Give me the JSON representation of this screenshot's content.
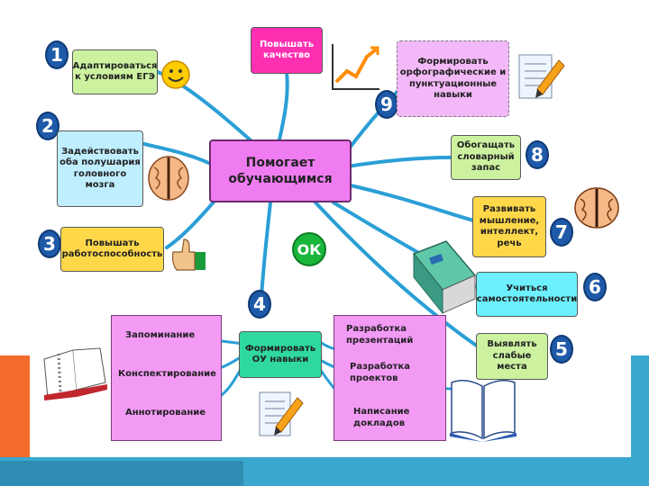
{
  "center": {
    "label": "Помогает обучающимся"
  },
  "ok_badge": "ОК",
  "nodes": {
    "n1": {
      "num": "1",
      "label": "Адаптироваться к условиям ЕГЭ"
    },
    "n2": {
      "num": "2",
      "label": "Задействовать оба полушария головного мозга"
    },
    "n3": {
      "num": "3",
      "label": "Повышать работоспособность"
    },
    "n4": {
      "num": "4",
      "label": "Формировать ОУ навыки"
    },
    "n5": {
      "num": "5",
      "label": "Выявлять слабые места"
    },
    "n6": {
      "num": "6",
      "label": "Учиться самостоятельности"
    },
    "n7": {
      "num": "7",
      "label": "Развивать мышление, интеллект, речь"
    },
    "n8": {
      "num": "8",
      "label": "Обогащать словарный запас"
    },
    "n9": {
      "num": "9",
      "label": "Формировать орфографические и пунктуационные навыки"
    },
    "quality": {
      "label": "Повышать качество"
    }
  },
  "left_panel": [
    "Запоминание",
    "Конспектирование",
    "Аннотирование"
  ],
  "right_panel": [
    "Разработка презентаций",
    "Разработка проектов",
    "Написание докладов"
  ],
  "icons": [
    "smiley-icon",
    "brain-icon",
    "thumbs-up-icon",
    "chart-icon",
    "pencil-notes-icon",
    "brain-icon",
    "book-icon",
    "notebook-icon",
    "notes-pencil-icon",
    "open-book-icon"
  ]
}
